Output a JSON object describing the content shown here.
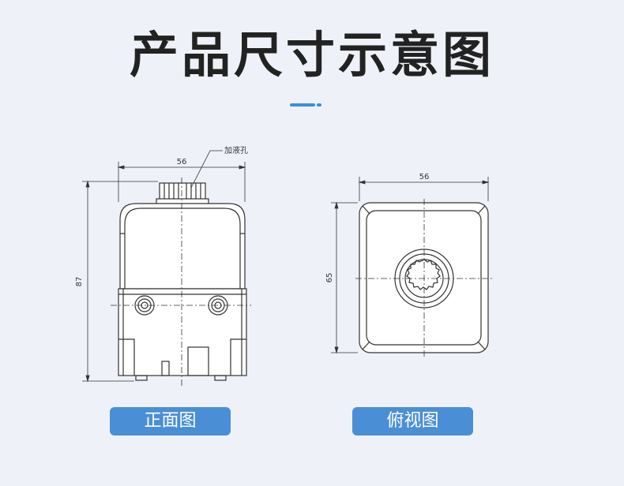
{
  "title": "产品尺寸示意图",
  "front_view": {
    "label": "正面图",
    "width_dim": "56",
    "height_dim": "87",
    "note": "加液孔"
  },
  "top_view": {
    "label": "俯视图",
    "width_dim": "56",
    "height_dim": "65"
  },
  "colors": {
    "background": "#eef2f8",
    "accent": "#3a8fd8",
    "button": "#4a8fd6",
    "line": "#333333"
  }
}
